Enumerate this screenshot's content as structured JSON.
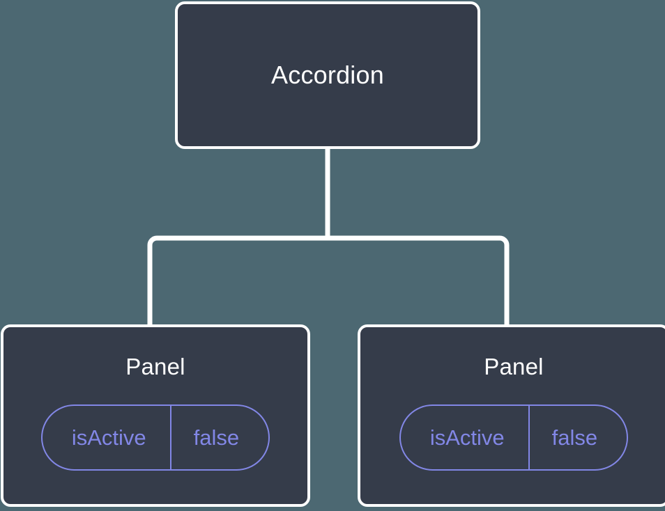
{
  "canvas": {
    "background_color": "#4c6872",
    "node_fill_color": "#353c4a",
    "node_border_color": "#ffffff",
    "connector_color": "#ffffff",
    "prop_accent_color": "#8287e6",
    "title_color": "#ffffff"
  },
  "tree": {
    "root": {
      "title": "Accordion"
    },
    "children": [
      {
        "title": "Panel",
        "props": [
          {
            "key": "isActive",
            "value": "false"
          }
        ]
      },
      {
        "title": "Panel",
        "props": [
          {
            "key": "isActive",
            "value": "false"
          }
        ]
      }
    ]
  }
}
